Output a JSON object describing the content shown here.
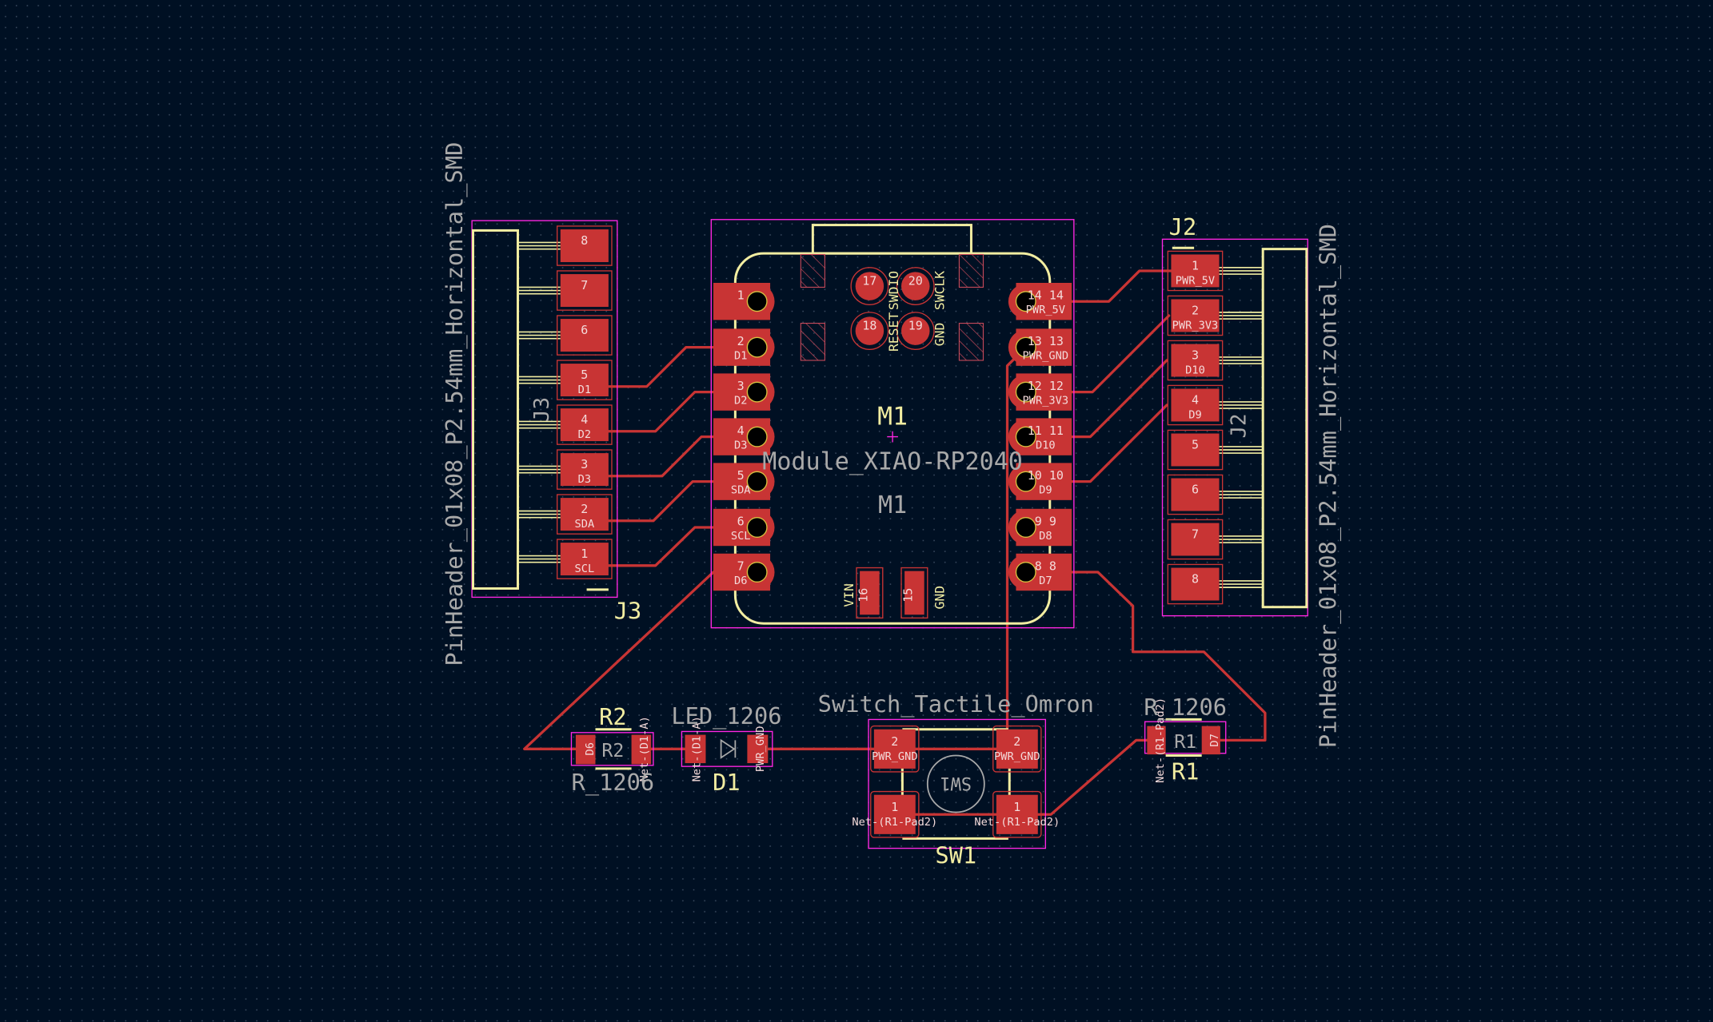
{
  "colors": {
    "background": "#001023",
    "copper": "#c83434",
    "silkscreen": "#f2eda1",
    "fab": "#a9a9a9",
    "courtyard": "#ff26e2",
    "grid": "#3d4d62"
  },
  "j3": {
    "ref": "J3",
    "value": "PinHeader_01x08_P2.54mm_Horizontal_SMD",
    "pins": [
      {
        "num": "8",
        "net": ""
      },
      {
        "num": "7",
        "net": ""
      },
      {
        "num": "6",
        "net": ""
      },
      {
        "num": "5",
        "net": "D1"
      },
      {
        "num": "4",
        "net": "D2"
      },
      {
        "num": "3",
        "net": "D3"
      },
      {
        "num": "2",
        "net": "SDA"
      },
      {
        "num": "1",
        "net": "SCL"
      }
    ]
  },
  "j2": {
    "ref": "J2",
    "value": "PinHeader_01x08_P2.54mm_Horizontal_SMD",
    "pins": [
      {
        "num": "1",
        "net": "PWR_5V"
      },
      {
        "num": "2",
        "net": "PWR_3V3"
      },
      {
        "num": "3",
        "net": "D10"
      },
      {
        "num": "4",
        "net": "D9"
      },
      {
        "num": "5",
        "net": ""
      },
      {
        "num": "6",
        "net": ""
      },
      {
        "num": "7",
        "net": ""
      },
      {
        "num": "8",
        "net": ""
      }
    ]
  },
  "m1": {
    "ref": "M1",
    "value": "Module_XIAO-RP2040",
    "fab_ref": "M1",
    "left_pins": [
      {
        "num": "1",
        "net": ""
      },
      {
        "num": "2",
        "net": "D1"
      },
      {
        "num": "3",
        "net": "D2"
      },
      {
        "num": "4",
        "net": "D3"
      },
      {
        "num": "5",
        "net": "SDA"
      },
      {
        "num": "6",
        "net": "SCL"
      },
      {
        "num": "7",
        "net": "D6"
      }
    ],
    "right_pins": [
      {
        "num": "14",
        "net": "PWR_5V"
      },
      {
        "num": "13",
        "net": "PWR_GND"
      },
      {
        "num": "12",
        "net": "PWR_3V3"
      },
      {
        "num": "11",
        "net": "D10"
      },
      {
        "num": "10",
        "net": "D9"
      },
      {
        "num": "9",
        "net": "D8"
      },
      {
        "num": "8",
        "net": "D7"
      }
    ],
    "debug_pads": [
      "17",
      "20",
      "18",
      "19"
    ],
    "labels": {
      "reset": "RESET",
      "swdio": "SWDIO",
      "gnd_top": "GND",
      "swclk": "SWCLK",
      "vin": "VIN",
      "gnd_bottom": "GND"
    },
    "bottom_pads": [
      "16",
      "15"
    ]
  },
  "r2": {
    "ref": "R2",
    "value": "R_1206",
    "pad1_net": "D6",
    "pad2_net": "Net-(D1-A)"
  },
  "d1": {
    "ref": "D1",
    "value": "LED_1206",
    "pad1_net": "PWR_GND",
    "pad2_net": "Net-(D1-A)"
  },
  "sw1": {
    "ref": "SW1",
    "value": "Switch_Tactile_Omron",
    "fab_ref": "SW1",
    "pads": [
      {
        "num": "2",
        "net": "PWR_GND"
      },
      {
        "num": "2",
        "net": "PWR_GND"
      },
      {
        "num": "1",
        "net": "Net-(R1-Pad2)"
      },
      {
        "num": "1",
        "net": "Net-(R1-Pad2)"
      }
    ]
  },
  "r1": {
    "ref": "R1",
    "value": "R_1206",
    "pad1_net": "D7",
    "pad2_net": "Net-(R1-Pad2)"
  }
}
